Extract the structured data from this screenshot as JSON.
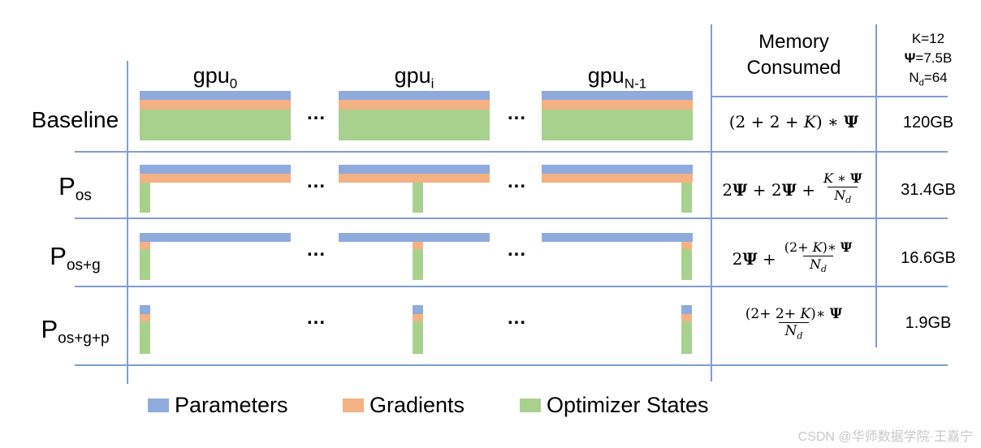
{
  "table": {
    "header": {
      "memory_line1": "Memory",
      "memory_line2": "Consumed"
    },
    "constants": {
      "k": "K=12",
      "psi_symbol": "Ψ",
      "psi_rest": "=7.5B",
      "n_base": "N",
      "n_sub": "d",
      "n_rest": "=64"
    }
  },
  "columns": [
    {
      "base": "gpu",
      "sub": "0"
    },
    {
      "base": "gpu",
      "sub": "i"
    },
    {
      "base": "gpu",
      "sub": "N-1"
    }
  ],
  "dots": "...",
  "rows": [
    {
      "label": "Baseline",
      "sub": "",
      "memory": "120GB"
    },
    {
      "label": "P",
      "sub": "os",
      "memory": "31.4GB"
    },
    {
      "label": "P",
      "sub": "os+g",
      "memory": "16.6GB"
    },
    {
      "label": "P",
      "sub": "os+g+p",
      "memory": "1.9GB"
    }
  ],
  "formulas": {
    "baseline_inline": "(2 + 2 + K) ∗ Ψ",
    "pos_prefix": "2Ψ + 2Ψ +",
    "pos_num": "K ∗ Ψ",
    "posg_prefix": "2Ψ +",
    "posg_num": "(2+ K)∗ Ψ",
    "posgp_num": "(2+ 2+ K)∗ Ψ",
    "den_base": "N",
    "den_sub": "d"
  },
  "legend": [
    {
      "label": "Parameters",
      "color": "#8FAADC"
    },
    {
      "label": "Gradients",
      "color": "#F4B183"
    },
    {
      "label": "Optimizer States",
      "color": "#A9D18E"
    }
  ],
  "colors": {
    "line": "#7E9ED5",
    "watermark": "#C8C8C8"
  },
  "watermark": "CSDN @华师数据学院·王嘉宁"
}
